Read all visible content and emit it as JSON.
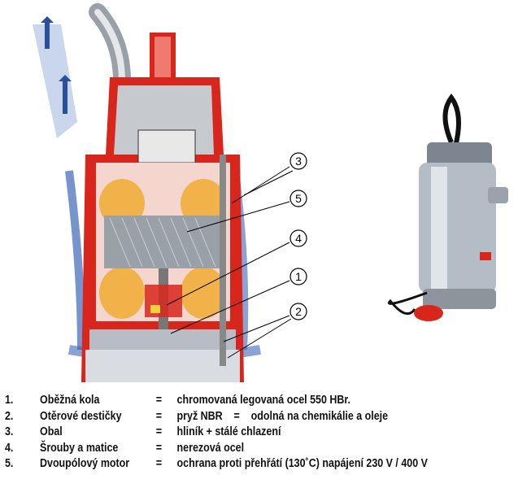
{
  "callouts": [
    "3",
    "5",
    "4",
    "1",
    "2"
  ],
  "legend": [
    {
      "num": "1.",
      "name": "Oběžná kola",
      "eq": "=",
      "value": "chromovaná legovaná ocel 550 HBr."
    },
    {
      "num": "2.",
      "name": "Otěrové destičky",
      "eq": "=",
      "value": "pryž NBR    =    odolná na chemikálie a oleje"
    },
    {
      "num": "3.",
      "name": "Obal",
      "eq": "=",
      "value": "hliník + stálé chlazení"
    },
    {
      "num": "4.",
      "name": "Šrouby a matice",
      "eq": "=",
      "value": "nerezová ocel"
    },
    {
      "num": "5.",
      "name": "Dvoupólový motor",
      "eq": "=",
      "value": "ochrana proti přehřátí (130˚C) napájení 230 V / 400 V"
    }
  ],
  "colors": {
    "casing": "#d8261c",
    "water": "#2a4fa0",
    "winding": "#f2b24a",
    "steel": "#b8bcc4"
  }
}
